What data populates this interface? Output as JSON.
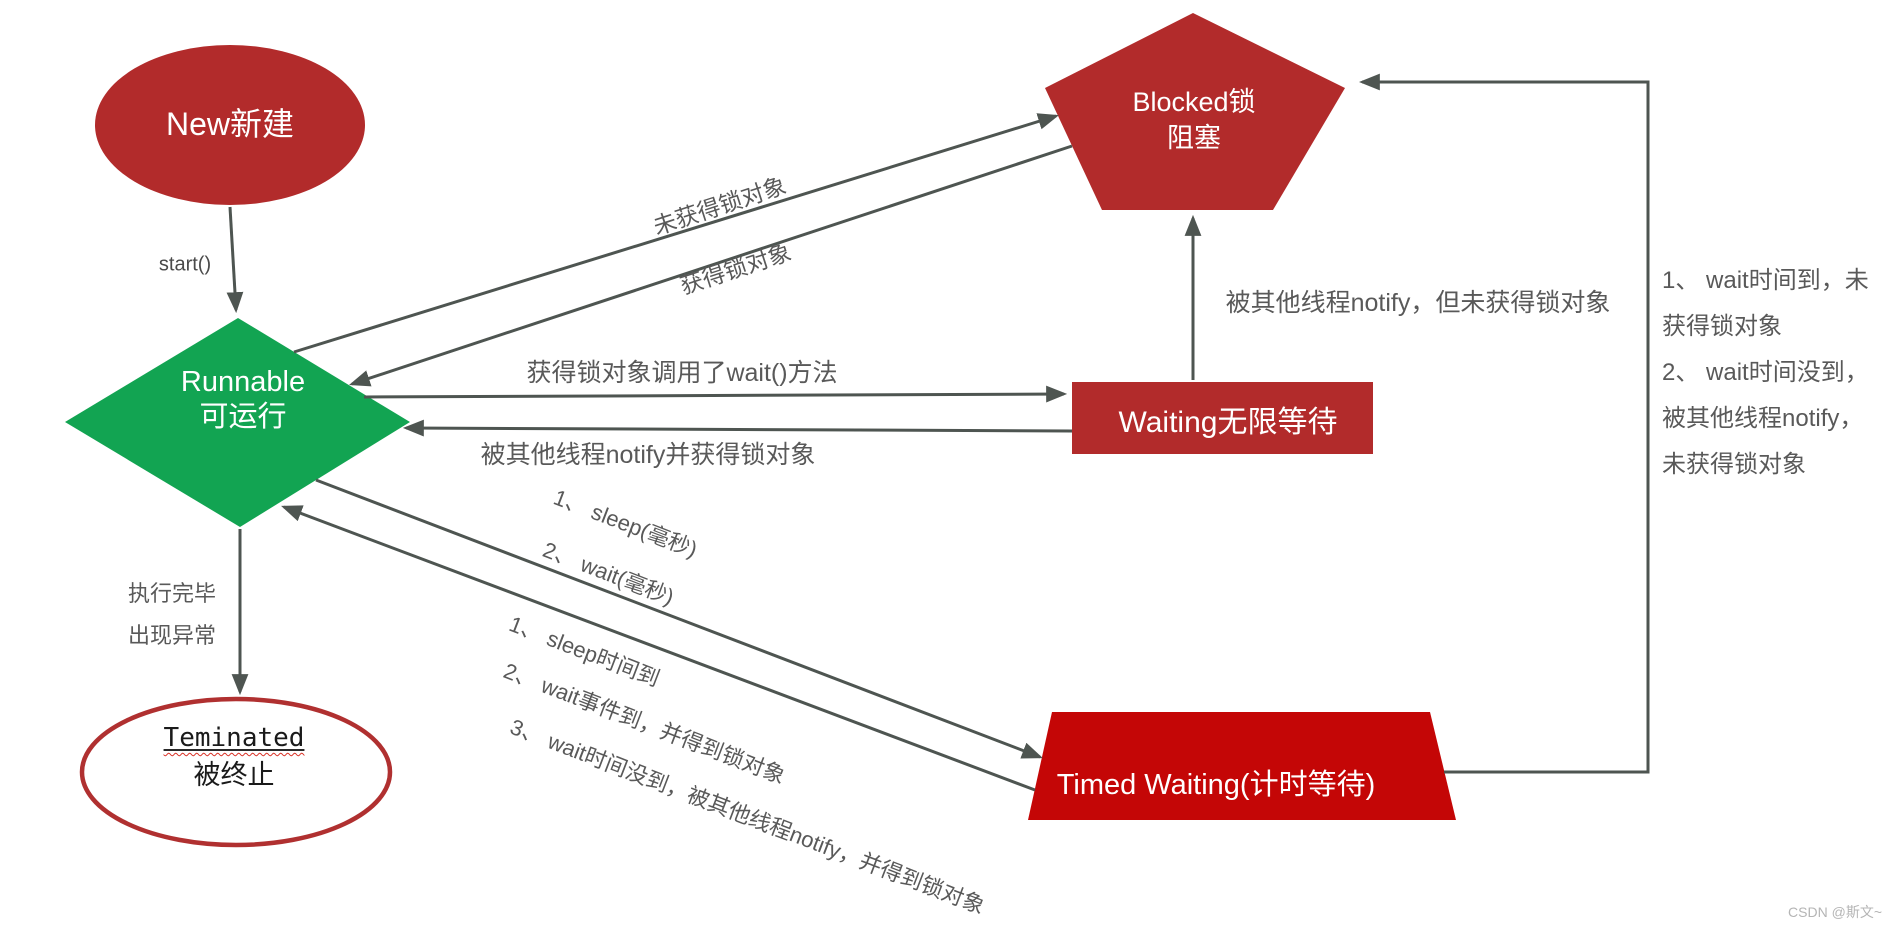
{
  "colors": {
    "dark_red": "#b22b2b",
    "bright_red": "#c40606",
    "green": "#12a452",
    "terminated_border": "#b03030",
    "arrow_gray": "#4e5551",
    "label_gray": "#595959",
    "text_white": "#ffffff"
  },
  "nodes": {
    "new": {
      "label": "New新建"
    },
    "runnable": {
      "title": "Runnable",
      "subtitle": "可运行"
    },
    "blocked": {
      "title": "Blocked锁",
      "subtitle": "阻塞"
    },
    "waiting": {
      "label": "Waiting无限等待"
    },
    "timed_waiting": {
      "label": "Timed Waiting(计时等待)"
    },
    "terminated": {
      "title": "Teminated",
      "subtitle": "被终止"
    }
  },
  "edges": {
    "new_to_runnable": "start()",
    "runnable_to_terminated_1": "执行完毕",
    "runnable_to_terminated_2": "出现异常",
    "runnable_to_blocked": "未获得锁对象",
    "blocked_to_runnable": "获得锁对象",
    "runnable_to_waiting": "获得锁对象调用了wait()方法",
    "waiting_to_runnable": "被其他线程notify并获得锁对象",
    "waiting_to_blocked": "被其他线程notify，但未获得锁对象",
    "runnable_to_timed_1": "1、 sleep(毫秒)",
    "runnable_to_timed_2": "2、 wait(毫秒)",
    "timed_to_runnable_1": "1、 sleep时间到",
    "timed_to_runnable_2": "2、 wait事件到，并得到锁对象",
    "timed_to_runnable_3": "3、 wait时间没到，被其他线程notify，并得到锁对象",
    "timed_to_blocked_note": {
      "line1": "1、 wait时间到，未",
      "line2": "获得锁对象",
      "line3": "2、 wait时间没到，",
      "line4": "被其他线程notify，",
      "line5": "未获得锁对象"
    }
  },
  "watermark": "CSDN @斯文~"
}
